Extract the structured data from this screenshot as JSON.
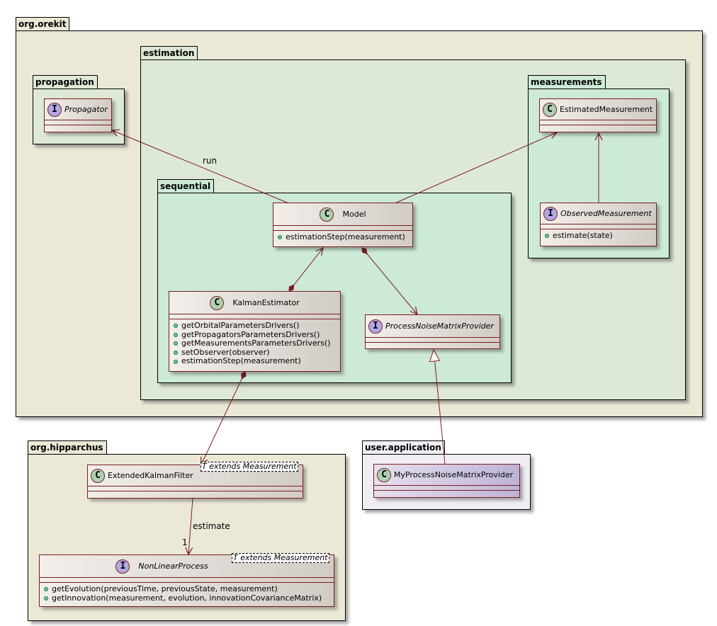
{
  "packages": {
    "orekit": "org.orekit",
    "estimation": "estimation",
    "propagation": "propagation",
    "measurements": "measurements",
    "sequential": "sequential",
    "hipparchus": "org.hipparchus",
    "user_application": "user.application"
  },
  "classes": {
    "propagator": {
      "stereotype": "I",
      "name": "Propagator",
      "kind": "interface",
      "methods": []
    },
    "estimated_measurement": {
      "stereotype": "C",
      "name": "EstimatedMeasurement",
      "kind": "class",
      "methods": []
    },
    "observed_measurement": {
      "stereotype": "I",
      "name": "ObservedMeasurement",
      "kind": "interface",
      "methods": [
        "estimate(state)"
      ]
    },
    "model": {
      "stereotype": "C",
      "name": "Model",
      "kind": "class",
      "methods": [
        "estimationStep(measurement)"
      ]
    },
    "kalman_estimator": {
      "stereotype": "C",
      "name": "KalmanEstimator",
      "kind": "class",
      "methods": [
        "getOrbitalParametersDrivers()",
        "getPropagatorsParametersDrivers()",
        "getMeasurementsParametersDrivers()",
        "setObserver(observer)",
        "estimationStep(measurement)"
      ]
    },
    "process_noise": {
      "stereotype": "I",
      "name": "ProcessNoiseMatrixProvider",
      "kind": "interface",
      "methods": []
    },
    "ekf": {
      "stereotype": "C",
      "name": "ExtendedKalmanFilter",
      "kind": "class",
      "template": "T extends Measurement",
      "methods": []
    },
    "nonlinear": {
      "stereotype": "I",
      "name": "NonLinearProcess",
      "kind": "interface",
      "template": "T extends Measurement",
      "methods": [
        "getEvolution(previousTime, previousState, measurement)",
        "getInnovation(measurement, evolution, innovationCovarianceMatrix)"
      ]
    },
    "my_process_noise": {
      "stereotype": "C",
      "name": "MyProcessNoiseMatrixProvider",
      "kind": "class",
      "methods": []
    }
  },
  "relations": {
    "run_label": "run",
    "estimate_label": "estimate",
    "estimate_multiplicity": "1"
  },
  "colors": {
    "orekit_bg": "#ebe8d6",
    "estimation_bg": "#dee8d6",
    "inner_bg": "#cde9d7",
    "user_bg": "#f1edf5",
    "edge": "#7a1e1e"
  }
}
